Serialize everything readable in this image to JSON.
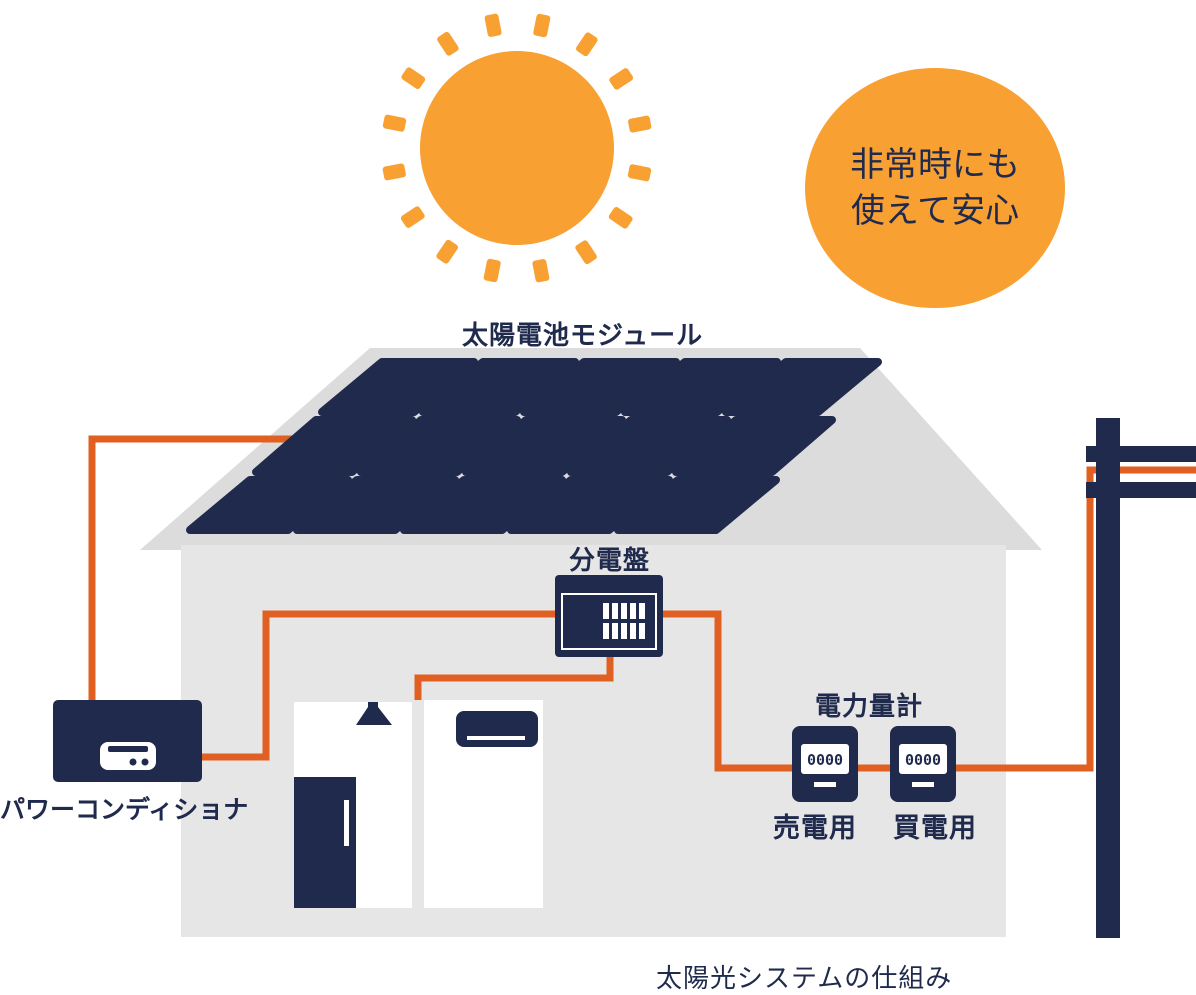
{
  "badge": {
    "line1": "非常時にも",
    "line2": "使えて安心"
  },
  "labels": {
    "solar_module": "太陽電池モジュール",
    "distribution_board": "分電盤",
    "power_meter": "電力量計",
    "power_conditioner": "パワーコンディショナ",
    "sell_meter": "売電用",
    "buy_meter": "買電用"
  },
  "meters": {
    "sell_reading": "0000",
    "buy_reading": "0000"
  },
  "caption": "太陽光システムの仕組み",
  "colors": {
    "navy": "#1f2a4d",
    "orange": "#f8a032",
    "wire": "#e06021",
    "house": "#e6e6e6",
    "roof": "#dcdcdc"
  }
}
